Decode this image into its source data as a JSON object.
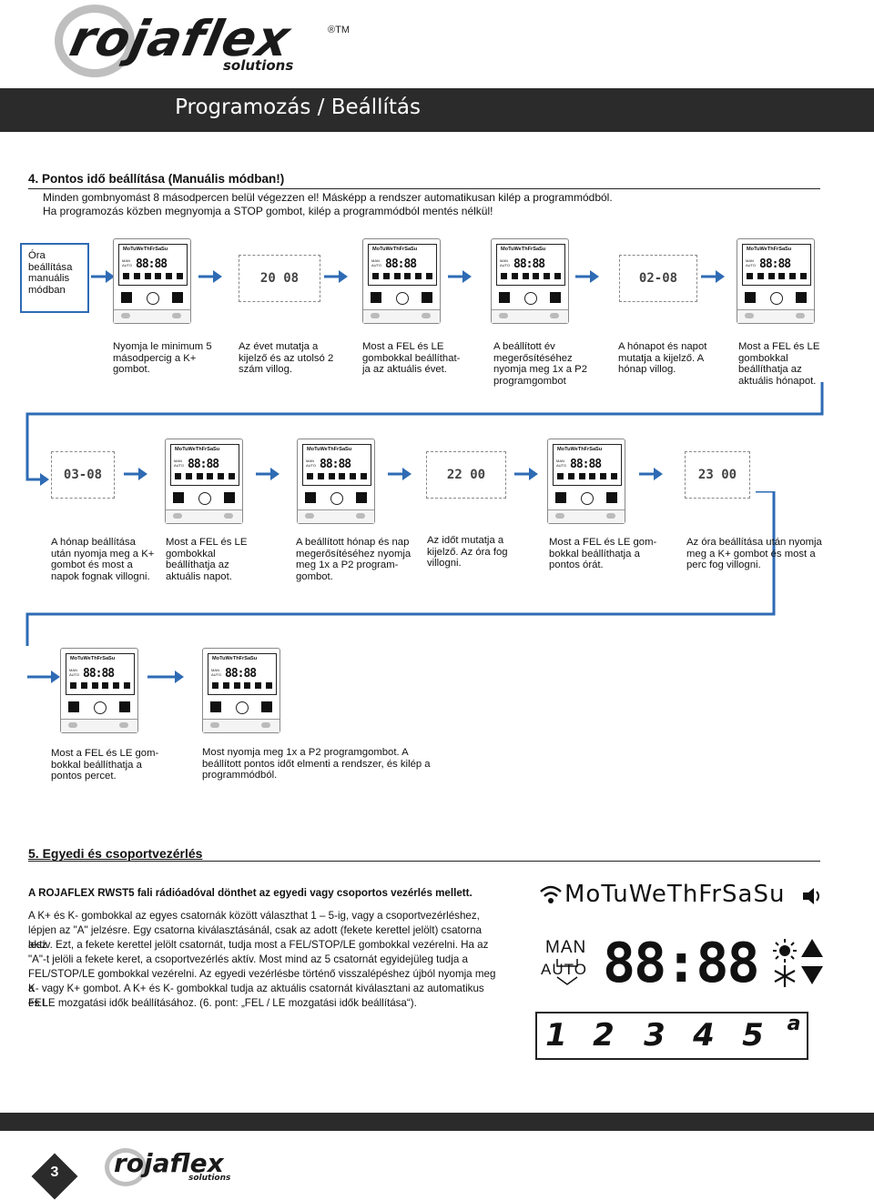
{
  "brand": {
    "name": "rojaflex",
    "sub": "solutions",
    "tm": "®TM"
  },
  "header": {
    "title": "Programozás / Beállítás"
  },
  "section4": {
    "title": "4. Pontos idő beállítása (Manuális módban!)",
    "line1": "Minden gombnyomást 8 másodpercen belül végezzen el! Másképp a rendszer automatikusan kilép a programmódból.",
    "line2": "Ha programozás közben megnyomja a STOP gombot, kilép a programmódból mentés nélkül!",
    "mode_box": "Óra beállítása manuális módban",
    "days_label": "MoTuWeThFrSaSu",
    "segment": "88:88",
    "displays": [
      "20 08",
      "02-08",
      "03-08",
      "22 00",
      "23 00"
    ],
    "row1_captions": [
      "Nyomja le minimum 5 másodpercig a K+ gombot.",
      "Az évet mutatja a kijelző és az utolsó 2 szám villog.",
      "Most a FEL és LE gombokkal beállíthat-ja az aktuális évet.",
      "A beállított év megerősítéséhez nyomja meg 1x a P2 programgombot",
      "A hónapot és napot mutatja a kijelző. A hónap villog.",
      "Most a FEL és LE gombokkal beállíthatja az aktuális hónapot."
    ],
    "row2_captions": [
      "A hónap beállítása után nyomja meg a K+ gombot és most a napok fognak villogni.",
      "Most a FEL és LE gombokkal beállíthatja az aktuális napot.",
      "A beállított hónap és nap megerősítéséhez nyomja meg 1x a P2 program-gombot.",
      "Az időt mutatja a kijelző. Az óra fog villogni.",
      "Most a FEL és LE gom-bokkal beállíthatja a pontos órát.",
      "Az óra beállítása után nyomja meg a K+ gombot és most a perc fog villogni."
    ],
    "row3_captions": [
      "Most a FEL és LE gom-bokkal beállíthatja a pontos percet.",
      "Most nyomja meg 1x a P2 programgombot. A beállított pontos időt elmenti a rendszer, és kilép a programmódból."
    ]
  },
  "section5": {
    "title": "5. Egyedi és csoportvezérlés",
    "intro": "A ROJAFLEX RWST5 fali rádióadóval dönthet az egyedi vagy csoportos vezérlés mellett.",
    "lines": [
      "A K+ és K- gombokkal az egyes csatornák között választhat 1 – 5-ig, vagy a csoportvezérléshez,",
      "lépjen az \"A\" jelzésre. Egy csatorna kiválasztásánál, csak az adott (fekete kerettel jelölt) csatorna lesz",
      "aktív. Ezt, a fekete kerettel jelölt csatornát, tudja most a FEL/STOP/LE gombokkal vezérelni. Ha az",
      "\"A\"-t  jelöli a fekete keret, a csoportvezérlés aktív. Most mind az 5 csatornát egyidejüleg tudja a",
      "FEL/STOP/LE gombokkal vezérelni. Az egyedi vezérlésbe történő visszalépéshez újból nyomja meg a",
      "K- vagy K+ gombot. A K+ és K- gombokkal tudja az aktuális csatornát kiválasztani az automatikus FEL",
      "és LE mozgatási idők beállításához. (6. pont: „FEL / LE mozgatási idők beállítása“)."
    ],
    "display": {
      "days": "MoTuWeThFrSaSu",
      "man": "MAN",
      "auto": "AUTO",
      "segment": "88:88",
      "channels": [
        "1",
        "2",
        "3",
        "4",
        "5",
        "a"
      ]
    }
  },
  "footer": {
    "page": "3"
  }
}
